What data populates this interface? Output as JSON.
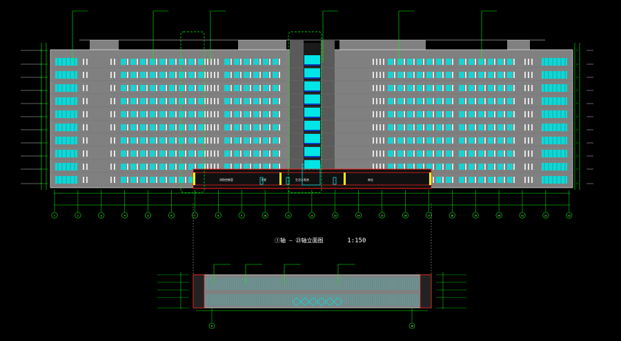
{
  "drawing": {
    "elevation_title": "①轴 — ㉓轴立面图",
    "elevation_scale": "1:150",
    "elevation_subtitle": "",
    "colors": {
      "background": "#000000",
      "facade": "#808080",
      "glass": "#00e5e5",
      "dimension": "#00ff00",
      "accent_red": "#ff2020",
      "accent_yellow": "#ffff00",
      "outline": "#ffffff"
    }
  },
  "top_callouts": [
    "",
    "",
    "",
    "",
    "",
    ""
  ],
  "podium_labels": [
    "消防控制室",
    "大堂",
    "生活水泵房",
    "商业"
  ],
  "axis_numbers": [
    "1",
    "2",
    "3",
    "4",
    "5",
    "6",
    "7",
    "8",
    "9",
    "10",
    "11",
    "12",
    "13",
    "14",
    "15",
    "16",
    "17",
    "18",
    "19",
    "20",
    "21",
    "22",
    "23"
  ],
  "section": {
    "callouts": [
      "",
      "",
      "",
      ""
    ],
    "axis_numbers": [
      "8",
      "16"
    ]
  },
  "left_levels": [
    "",
    "",
    "",
    "",
    "",
    "",
    "",
    "",
    "",
    "",
    ""
  ],
  "right_levels": [
    "",
    "",
    "",
    "",
    "",
    "",
    "",
    "",
    "",
    "",
    ""
  ]
}
